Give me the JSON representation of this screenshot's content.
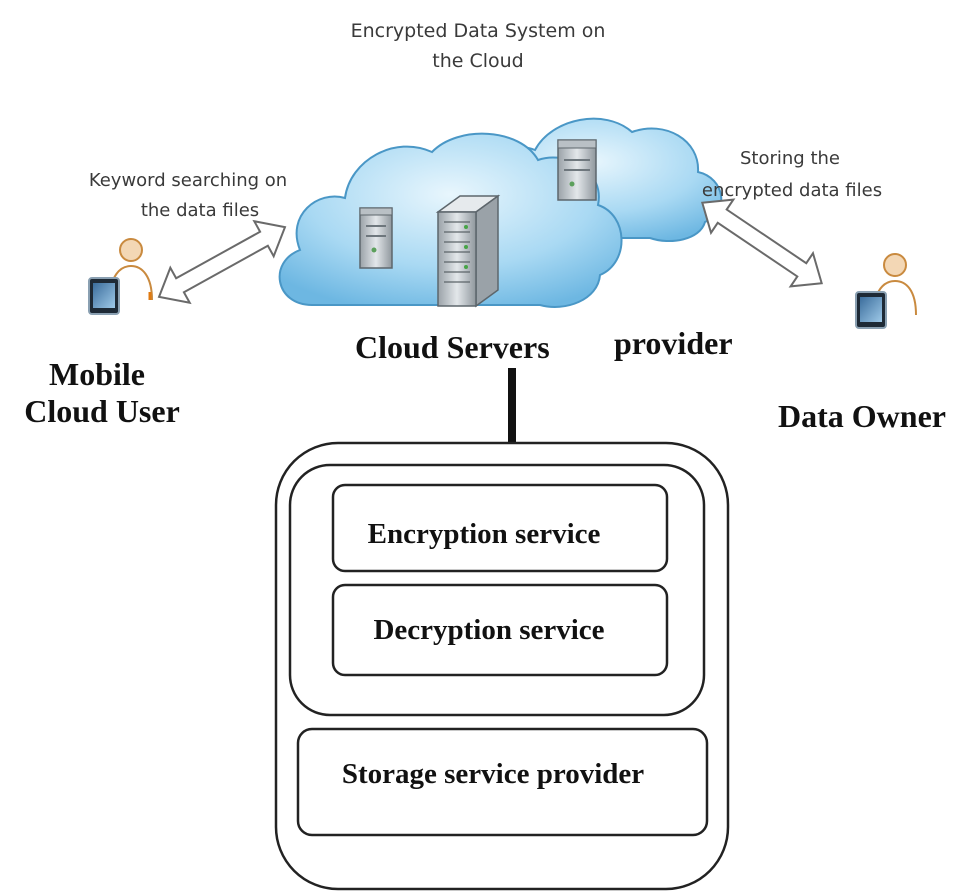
{
  "title": {
    "line1": "Encrypted Data System on",
    "line2": "the Cloud"
  },
  "left_annotation": {
    "line1": "Keyword searching on",
    "line2": "the data files"
  },
  "right_annotation": {
    "line1": "Storing the",
    "line2": "encrypted data files"
  },
  "center_label": {
    "part1": "Cloud Servers",
    "part2": "provider"
  },
  "mobile_user": {
    "line1": "Mobile",
    "line2": "Cloud User"
  },
  "data_owner": {
    "label": "Data Owner"
  },
  "services": {
    "encryption": "Encryption service",
    "decryption": "Decryption service",
    "storage": "Storage service provider"
  },
  "colors": {
    "cloud_fill": "#9fd3f0",
    "cloud_edge": "#4a97c6",
    "server_body": "#cfd4d8",
    "text_dark": "#111111"
  }
}
